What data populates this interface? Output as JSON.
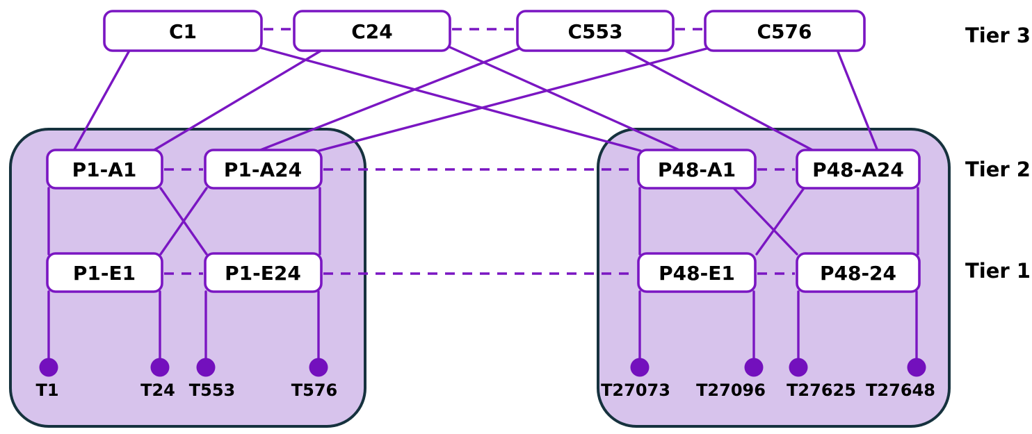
{
  "tier_labels": {
    "tier3": "Tier 3",
    "tier2": "Tier 2",
    "tier1": "Tier 1"
  },
  "cores": [
    {
      "label": "C1"
    },
    {
      "label": "C24"
    },
    {
      "label": "C553"
    },
    {
      "label": "C576"
    }
  ],
  "pods": [
    {
      "agg": [
        {
          "label": "P1-A1"
        },
        {
          "label": "P1-A24"
        }
      ],
      "edge": [
        {
          "label": "P1-E1"
        },
        {
          "label": "P1-E24"
        }
      ],
      "hosts": [
        {
          "label": "T1"
        },
        {
          "label": "T24"
        },
        {
          "label": "T553"
        },
        {
          "label": "T576"
        }
      ]
    },
    {
      "agg": [
        {
          "label": "P48-A1"
        },
        {
          "label": "P48-A24"
        }
      ],
      "edge": [
        {
          "label": "P48-E1"
        },
        {
          "label": "P48-24"
        }
      ],
      "hosts": [
        {
          "label": "T27073"
        },
        {
          "label": "T27096"
        },
        {
          "label": "T27625"
        },
        {
          "label": "T27648"
        }
      ]
    }
  ],
  "links": {
    "core_to_agg": [
      [
        "C1",
        "P1-A1"
      ],
      [
        "C1",
        "P48-A1"
      ],
      [
        "C24",
        "P1-A1"
      ],
      [
        "C24",
        "P48-A1"
      ],
      [
        "C553",
        "P1-A24"
      ],
      [
        "C553",
        "P48-A24"
      ],
      [
        "C576",
        "P1-A24"
      ],
      [
        "C576",
        "P48-A24"
      ]
    ],
    "agg_to_edge": [
      [
        "P1-A1",
        "P1-E1"
      ],
      [
        "P1-A1",
        "P1-E24"
      ],
      [
        "P1-A24",
        "P1-E1"
      ],
      [
        "P1-A24",
        "P1-E24"
      ],
      [
        "P48-A1",
        "P48-E1"
      ],
      [
        "P48-A1",
        "P48-24"
      ],
      [
        "P48-A24",
        "P48-E1"
      ],
      [
        "P48-A24",
        "P48-24"
      ]
    ],
    "edge_to_host": [
      [
        "P1-E1",
        "T1"
      ],
      [
        "P1-E1",
        "T24"
      ],
      [
        "P1-E24",
        "T553"
      ],
      [
        "P1-E24",
        "T576"
      ],
      [
        "P48-E1",
        "T27073"
      ],
      [
        "P48-E1",
        "T27096"
      ],
      [
        "P48-24",
        "T27625"
      ],
      [
        "P48-24",
        "T27648"
      ]
    ],
    "dashed_ellipsis_rows": [
      "C1 -- C24 -- C553 -- C576",
      "P1-A1 -- P1-A24 -- P48-A1 -- P48-A24",
      "P1-E1 -- P1-E24 -- P48-E1 -- P48-24"
    ]
  },
  "colors": {
    "link": "#7a16c2",
    "box_border": "#7a16c2",
    "box_fill": "#ffffff",
    "pod_fill": "#d7c3ec",
    "pod_border": "#16323e",
    "host_dot": "#7310bd",
    "label_text": "#000000",
    "background": "#ffffff"
  }
}
